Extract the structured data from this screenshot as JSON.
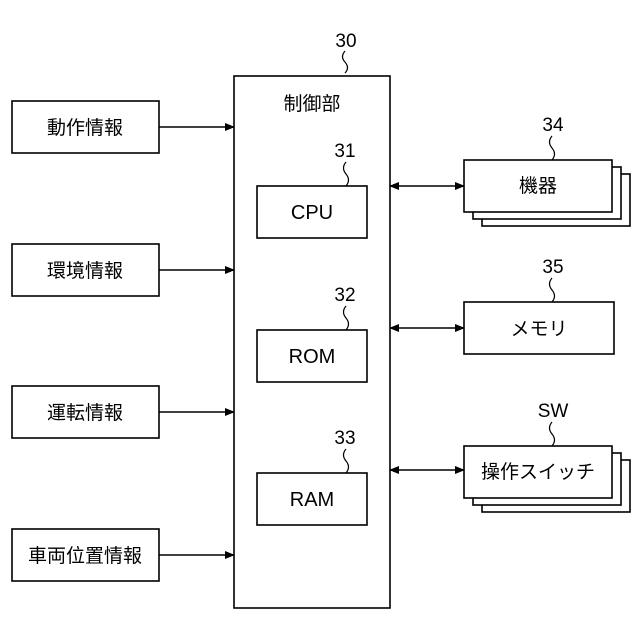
{
  "controller": {
    "ref": "30",
    "title": "制御部"
  },
  "inputs": [
    {
      "label": "動作情報"
    },
    {
      "label": "環境情報"
    },
    {
      "label": "運転情報"
    },
    {
      "label": "車両位置情報"
    }
  ],
  "internal": [
    {
      "ref": "31",
      "label": "CPU"
    },
    {
      "ref": "32",
      "label": "ROM"
    },
    {
      "ref": "33",
      "label": "RAM"
    }
  ],
  "peripherals": [
    {
      "ref": "34",
      "label": "機器"
    },
    {
      "ref": "35",
      "label": "メモリ"
    },
    {
      "ref": "SW",
      "label": "操作スイッチ"
    }
  ]
}
